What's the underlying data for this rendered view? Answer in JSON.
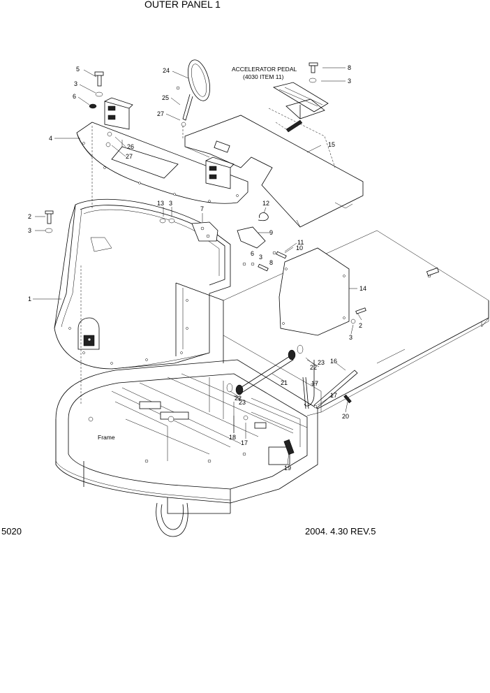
{
  "title": "OUTER PANEL 1",
  "page_number": "5020",
  "revision": "2004. 4.30 REV.5",
  "annotations": {
    "accelerator_line1": "ACCELERATOR PEDAL",
    "accelerator_line2": "(4030 ITEM 11)",
    "frame": "Frame"
  },
  "callouts": {
    "c1": "1",
    "c2a": "2",
    "c2b": "2",
    "c3a": "3",
    "c3b": "3",
    "c3c": "3",
    "c3d": "3",
    "c3e": "3",
    "c3f": "3",
    "c4": "4",
    "c5": "5",
    "c6a": "6",
    "c6b": "6",
    "c7": "7",
    "c8a": "8",
    "c8b": "8",
    "c9": "9",
    "c10": "10",
    "c11": "11",
    "c12": "12",
    "c13": "13",
    "c14": "14",
    "c15": "15",
    "c16": "16",
    "c17a": "17",
    "c17b": "17",
    "c17c": "17",
    "c18": "18",
    "c19": "19",
    "c20": "20",
    "c21": "21",
    "c22a": "22",
    "c22b": "22",
    "c23a": "23",
    "c23b": "23",
    "c24": "24",
    "c25": "25",
    "c26": "26",
    "c27a": "27",
    "c27b": "27"
  }
}
